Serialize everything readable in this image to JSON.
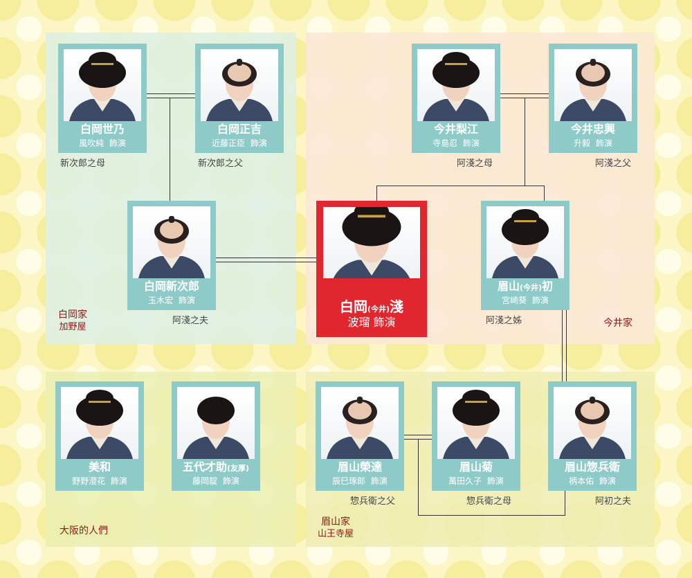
{
  "families": {
    "shiraoka": {
      "name": "白岡家",
      "sub": "加野屋"
    },
    "imai": {
      "name": "今井家"
    },
    "osaka": {
      "name": "大阪的人們"
    },
    "mayuyama": {
      "name": "眉山家",
      "sub": "山王寺屋"
    }
  },
  "actor_suffix": "飾演",
  "characters": {
    "yono": {
      "name": "白岡世乃",
      "actor": "風吹純",
      "relation": "新次郎之母"
    },
    "masakichi": {
      "name": "白岡正吉",
      "actor": "近藤正臣",
      "relation": "新次郎之父"
    },
    "rie": {
      "name": "今井梨江",
      "actor": "寺島忍",
      "relation": "阿淺之母"
    },
    "tadaoki": {
      "name": "今井忠興",
      "actor": "升毅",
      "relation": "阿淺之父"
    },
    "shinjiro": {
      "name": "白岡新次郎",
      "actor": "玉木宏",
      "relation": "阿淺之夫"
    },
    "asa": {
      "name_a": "白岡",
      "name_paren": "(今井)",
      "name_b": "淺",
      "actor": "波瑠"
    },
    "hatsu": {
      "name_a": "眉山",
      "name_paren": "(今井)",
      "name_b": "初",
      "actor": "宮崎葵",
      "relation": "阿淺之姊"
    },
    "miwa": {
      "name": "美和",
      "actor": "野野澄花"
    },
    "godai": {
      "name": "五代才助",
      "name_paren": "(友厚)",
      "actor": "藤岡靛"
    },
    "eitatsu": {
      "name": "眉山榮達",
      "actor": "辰巳琢郎",
      "relation": "惣兵衛之父"
    },
    "kiku": {
      "name": "眉山菊",
      "actor": "萬田久子",
      "relation": "惣兵衛之母"
    },
    "sobei": {
      "name": "眉山惣兵衛",
      "actor": "柄本佑",
      "relation": "阿初之夫"
    }
  },
  "colors": {
    "card": "#8ecbc8",
    "main_card": "#e0262e",
    "family_label": "#8b1a1a"
  }
}
